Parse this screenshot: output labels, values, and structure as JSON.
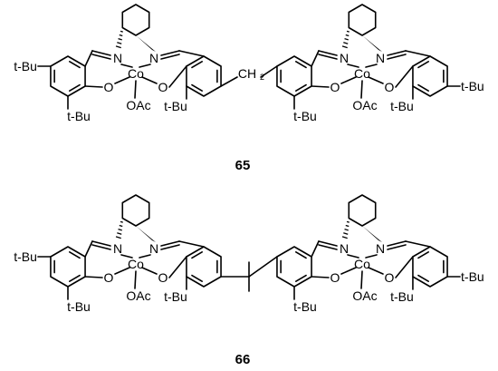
{
  "compounds": [
    {
      "number": "65",
      "bridge_label": "CH",
      "bridge_subscript": "2",
      "units": [
        {
          "metal": "Co",
          "axial_ligand": "OAc",
          "imine_n1": "N",
          "imine_n2": "N",
          "phenoxide_o1": "O",
          "phenoxide_o2": "O",
          "para_group": "t-Bu",
          "ortho_group_left": "t-Bu",
          "ortho_group_right": "t-Bu"
        },
        {
          "metal": "Co",
          "axial_ligand": "OAc",
          "imine_n1": "N",
          "imine_n2": "N",
          "phenoxide_o1": "O",
          "phenoxide_o2": "O",
          "para_group": "t-Bu",
          "ortho_group_left": "t-Bu",
          "ortho_group_right": "t-Bu"
        }
      ]
    },
    {
      "number": "66",
      "bridge_label": "",
      "units": [
        {
          "metal": "Co",
          "axial_ligand": "OAc",
          "imine_n1": "N",
          "imine_n2": "N",
          "phenoxide_o1": "O",
          "phenoxide_o2": "O",
          "para_group": "t-Bu",
          "ortho_group_left": "t-Bu",
          "ortho_group_right": "t-Bu"
        },
        {
          "metal": "Co",
          "axial_ligand": "OAc",
          "imine_n1": "N",
          "imine_n2": "N",
          "phenoxide_o1": "O",
          "phenoxide_o2": "O",
          "para_group": "t-Bu",
          "ortho_group_left": "t-Bu",
          "ortho_group_right": "t-Bu"
        }
      ]
    }
  ]
}
